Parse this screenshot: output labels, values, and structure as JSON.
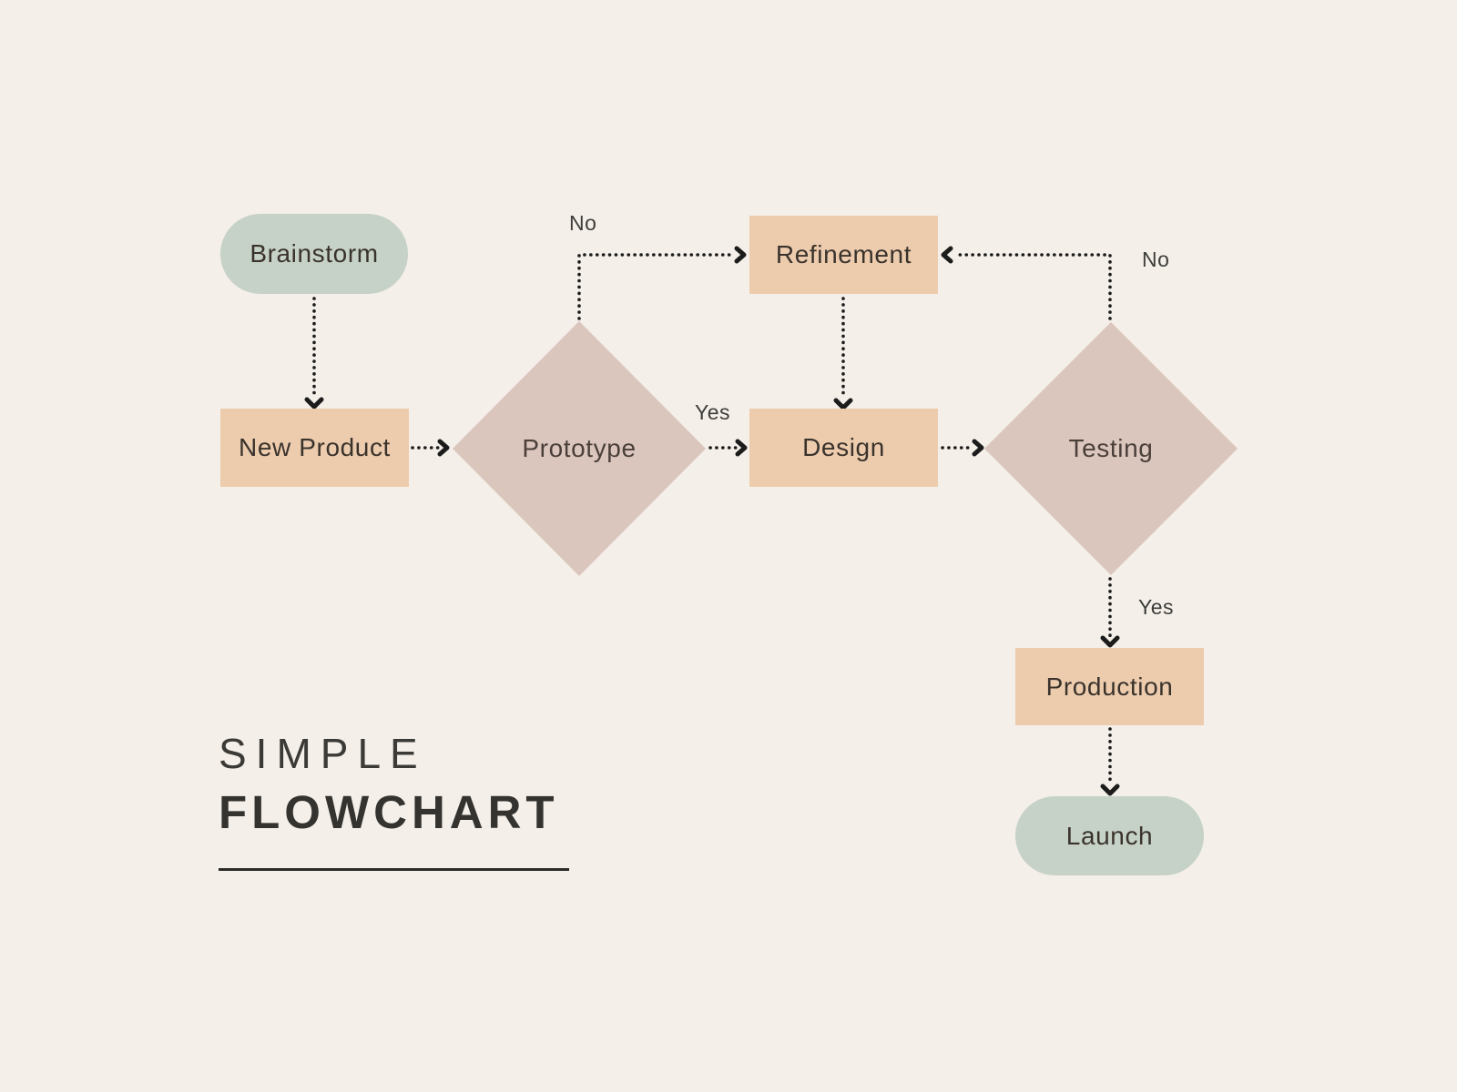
{
  "title": {
    "line1": "SIMPLE",
    "line2": "FLOWCHART"
  },
  "colors": {
    "background": "#f4efe8",
    "terminal_fill": "#c6d2c7",
    "process_fill": "#edccae",
    "decision_fill": "#dbc6be",
    "node_text": "#3a332c",
    "arrow": "#1c1c1c",
    "edge_label_text": "#3d3d3b",
    "title_text": "#343330"
  },
  "nodes": [
    {
      "id": "brainstorm",
      "label": "Brainstorm",
      "shape": "terminal"
    },
    {
      "id": "new-product",
      "label": "New Product",
      "shape": "process"
    },
    {
      "id": "prototype",
      "label": "Prototype",
      "shape": "decision"
    },
    {
      "id": "refinement",
      "label": "Refinement",
      "shape": "process"
    },
    {
      "id": "design",
      "label": "Design",
      "shape": "process"
    },
    {
      "id": "testing",
      "label": "Testing",
      "shape": "decision"
    },
    {
      "id": "production",
      "label": "Production",
      "shape": "process"
    },
    {
      "id": "launch",
      "label": "Launch",
      "shape": "terminal"
    }
  ],
  "edges": [
    {
      "from": "brainstorm",
      "to": "new-product",
      "label": ""
    },
    {
      "from": "new-product",
      "to": "prototype",
      "label": ""
    },
    {
      "from": "prototype",
      "to": "refinement",
      "label": "No"
    },
    {
      "from": "prototype",
      "to": "design",
      "label": "Yes"
    },
    {
      "from": "refinement",
      "to": "design",
      "label": ""
    },
    {
      "from": "design",
      "to": "testing",
      "label": ""
    },
    {
      "from": "testing",
      "to": "refinement",
      "label": "No"
    },
    {
      "from": "testing",
      "to": "production",
      "label": "Yes"
    },
    {
      "from": "production",
      "to": "launch",
      "label": ""
    }
  ]
}
